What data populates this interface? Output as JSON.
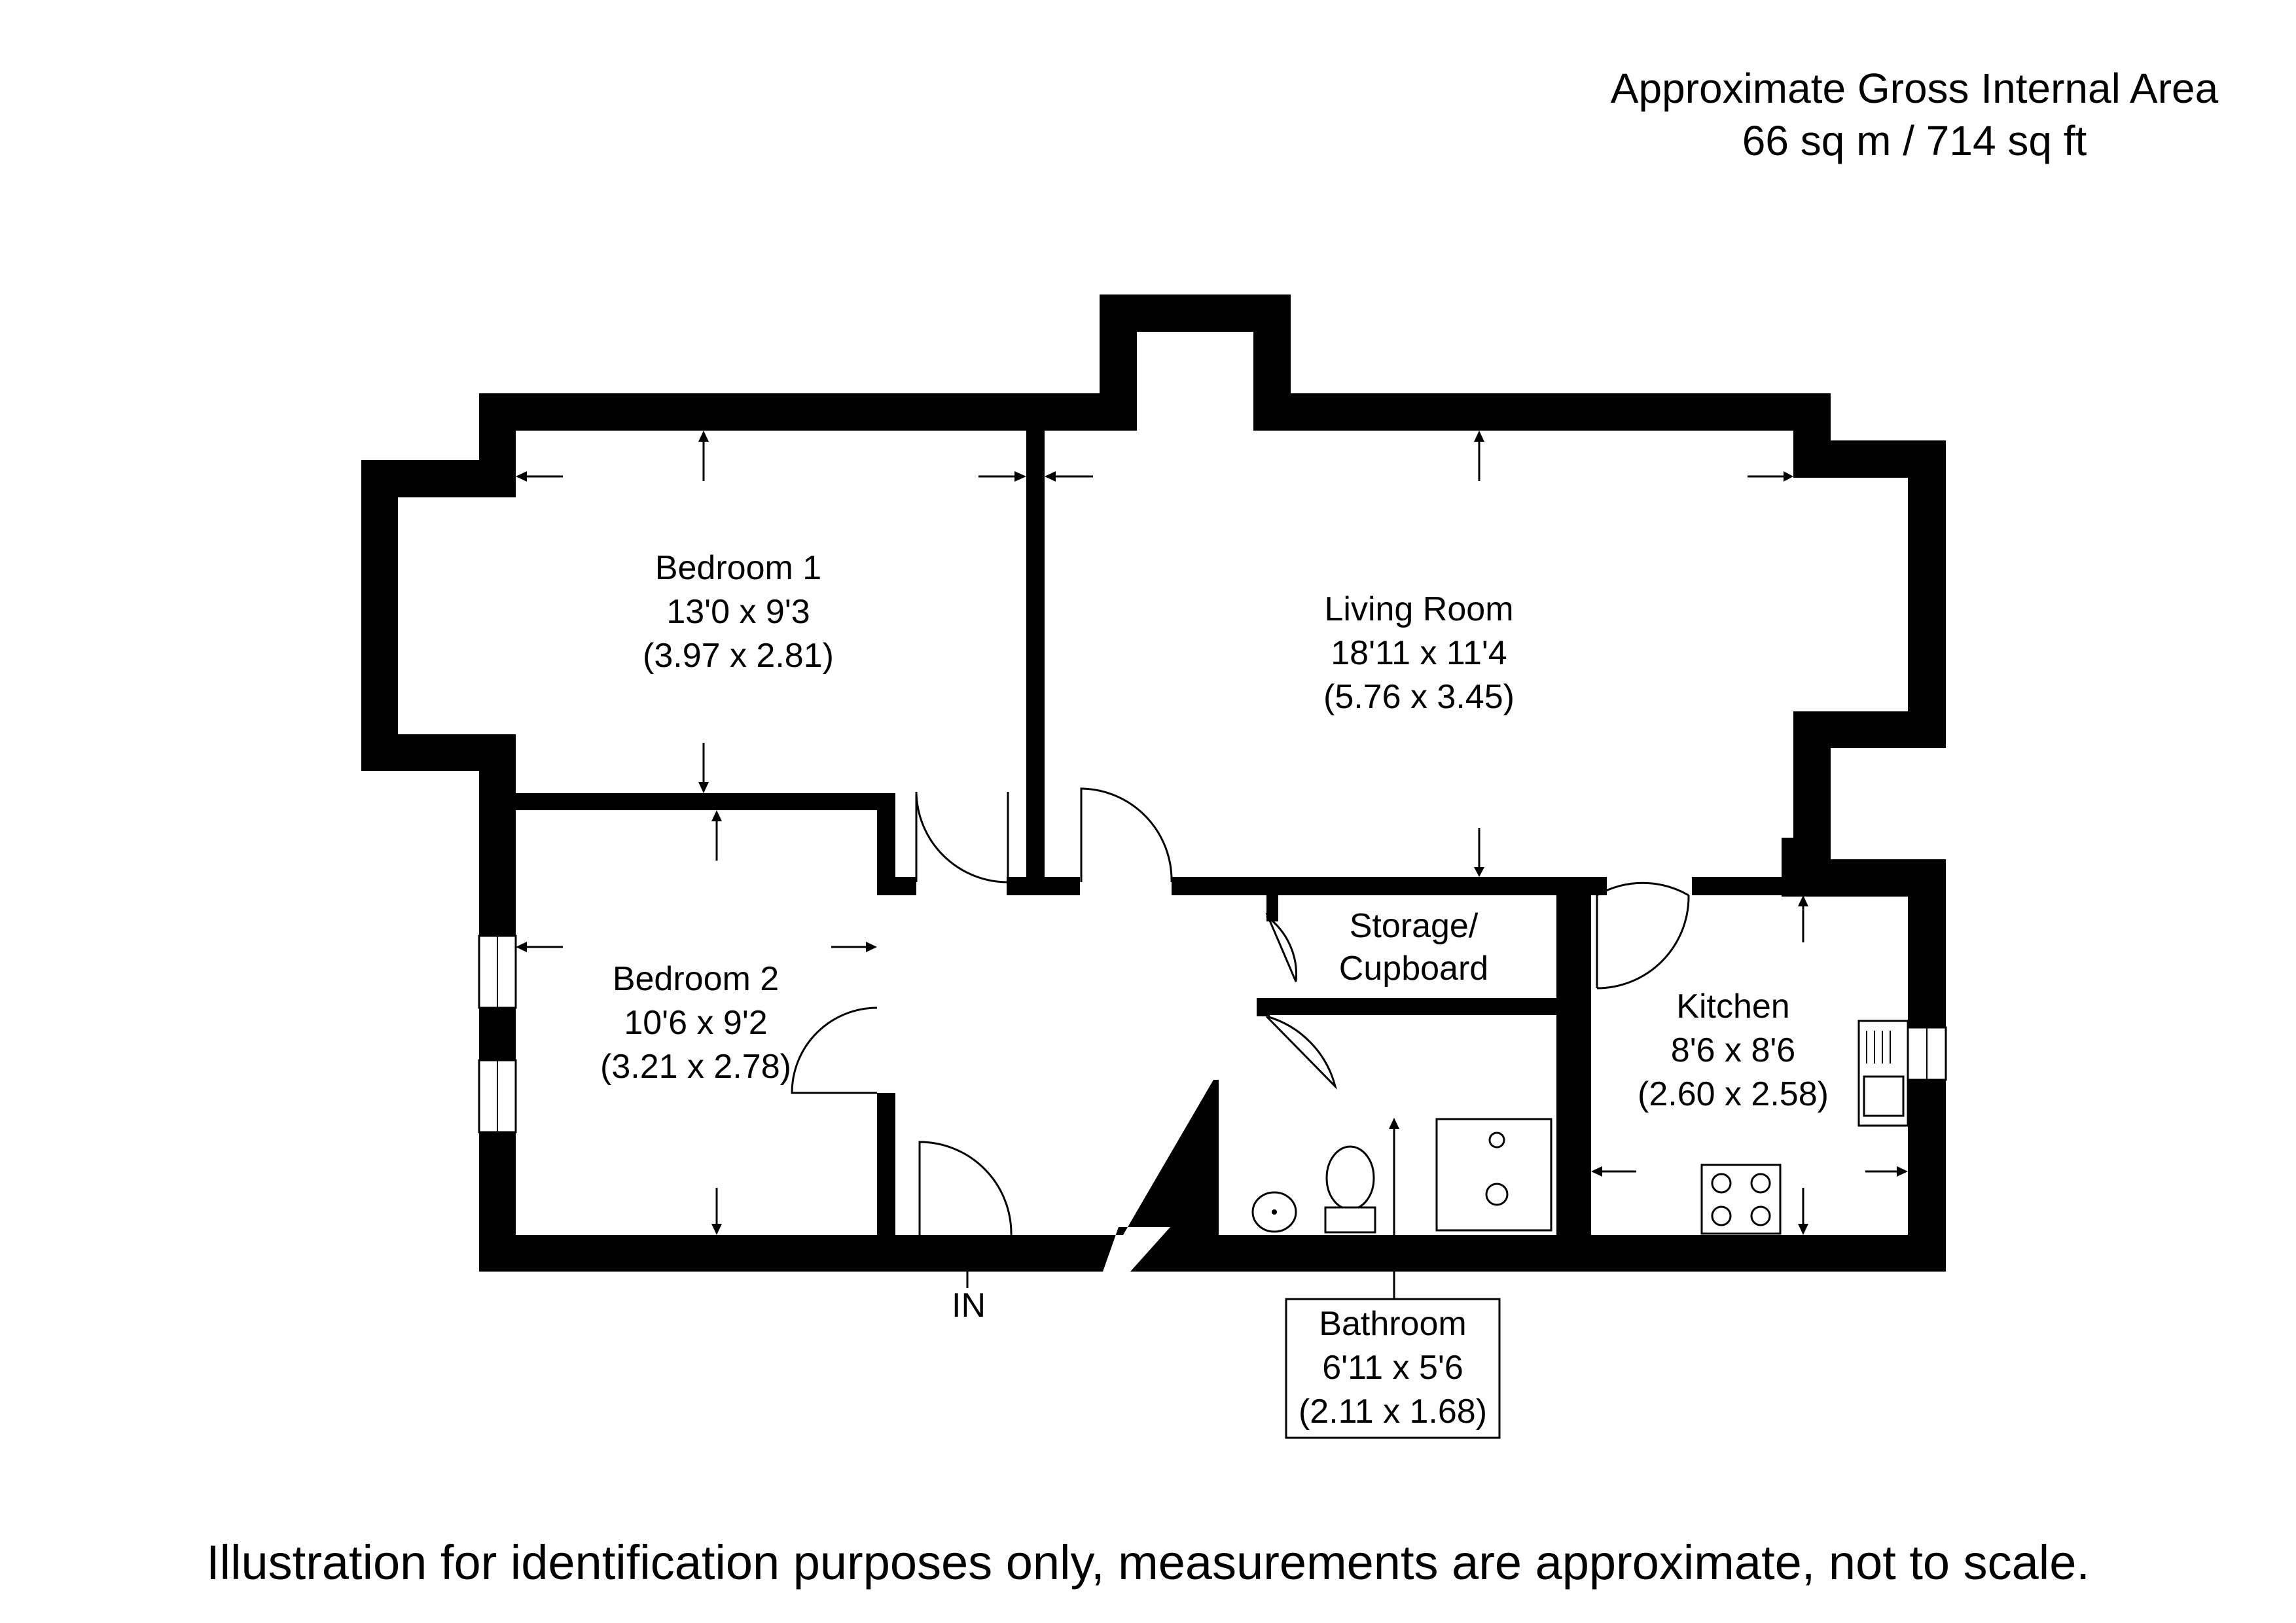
{
  "header": {
    "area_title": "Approximate Gross Internal Area",
    "area_value": "66 sq m / 714 sq ft"
  },
  "rooms": [
    {
      "id": "bedroom1",
      "name": "Bedroom 1",
      "imperial": "13'0 x 9'3",
      "metric": "(3.97 x 2.81)"
    },
    {
      "id": "living",
      "name": "Living Room",
      "imperial": "18'11 x 11'4",
      "metric": "(5.76 x 3.45)"
    },
    {
      "id": "bedroom2",
      "name": "Bedroom 2",
      "imperial": "10'6 x 9'2",
      "metric": "(3.21 x 2.78)"
    },
    {
      "id": "kitchen",
      "name": "Kitchen",
      "imperial": "8'6 x 8'6",
      "metric": "(2.60 x 2.58)"
    },
    {
      "id": "bathroom",
      "name": "Bathroom",
      "imperial": "6'11 x 5'6",
      "metric": "(2.11 x 1.68)"
    }
  ],
  "storage": {
    "line1": "Storage/",
    "line2": "Cupboard"
  },
  "entrance": {
    "label": "IN"
  },
  "footer": {
    "disclaimer": "Illustration for identification purposes only, measurements are approximate, not to scale."
  }
}
